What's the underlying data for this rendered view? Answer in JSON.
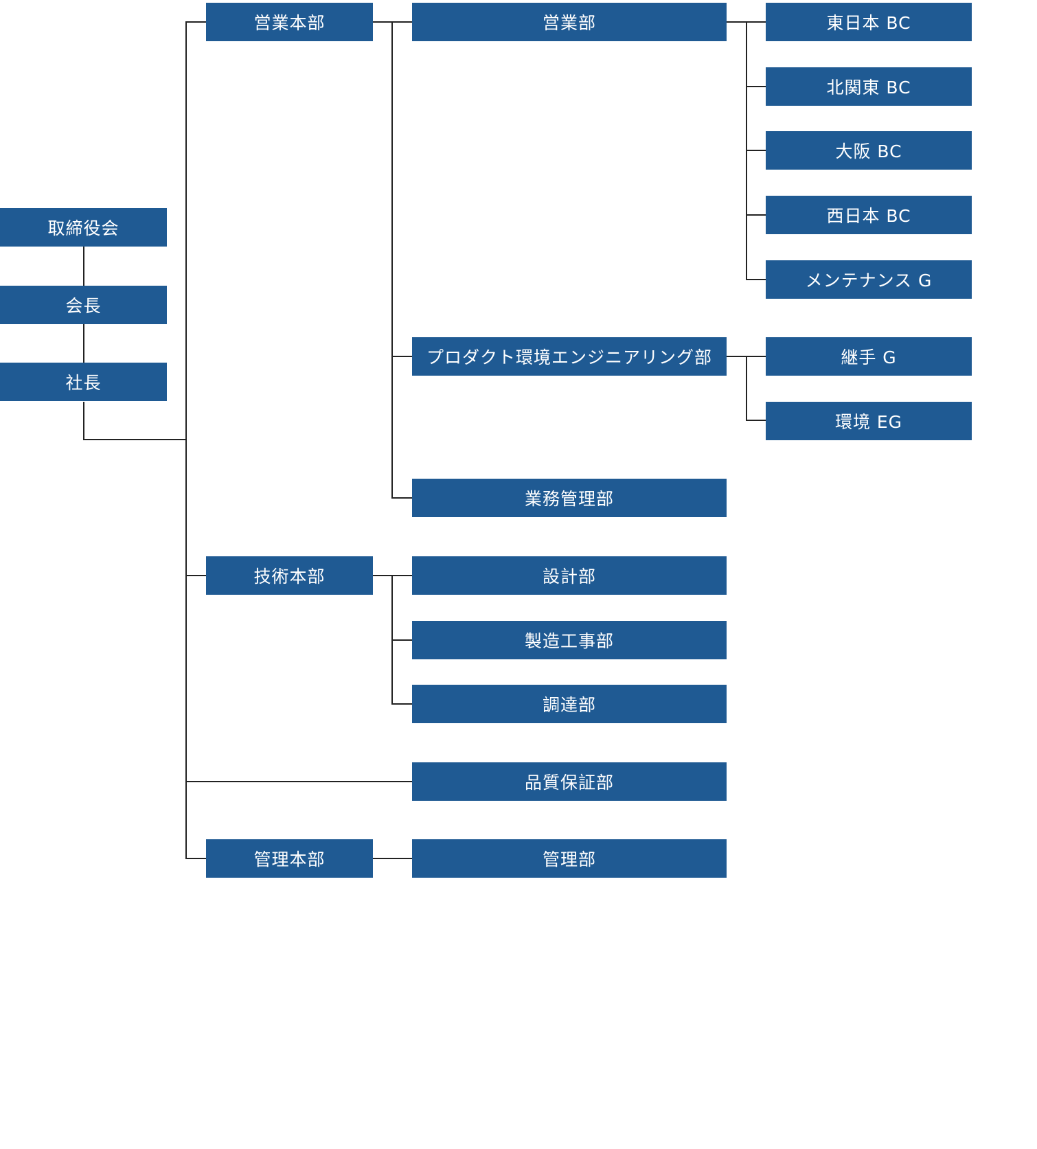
{
  "colors": {
    "box_fill": "#1f5a93",
    "box_text": "#ffffff",
    "connector": "#222222"
  },
  "board": {
    "label": "取締役会"
  },
  "chairman": {
    "label": "会長"
  },
  "president": {
    "label": "社長"
  },
  "sales_hq": {
    "label": "営業本部",
    "sales_dept": {
      "label": "営業部",
      "branches": [
        "東日本 BC",
        "北関東 BC",
        "大阪 BC",
        "西日本 BC",
        "メンテナンス G"
      ]
    },
    "product_env_dept": {
      "label": "プロダクト環境エンジニアリング部",
      "groups": [
        "継手 G",
        "環境 EG"
      ]
    },
    "business_mgmt_dept": {
      "label": "業務管理部"
    }
  },
  "tech_hq": {
    "label": "技術本部",
    "depts": [
      "設計部",
      "製造工事部",
      "調達部"
    ]
  },
  "qa_dept": {
    "label": "品質保証部"
  },
  "admin_hq": {
    "label": "管理本部",
    "admin_dept": {
      "label": "管理部"
    }
  }
}
